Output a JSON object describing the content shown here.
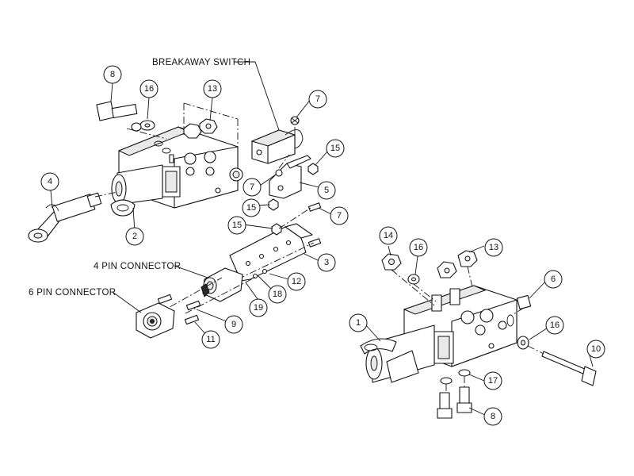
{
  "labels": {
    "breakaway_switch": "BREAKAWAY SWITCH",
    "four_pin": "4 PIN CONNECTOR",
    "six_pin": "6 PIN CONNECTOR"
  },
  "balloons": {
    "b1": "1",
    "b2": "2",
    "b3": "3",
    "b4": "4",
    "b5": "5",
    "b6": "6",
    "b7a": "7",
    "b7b": "7",
    "b7c": "7",
    "b8a": "8",
    "b8b": "8",
    "b9": "9",
    "b10": "10",
    "b11": "11",
    "b12": "12",
    "b13a": "13",
    "b13b": "13",
    "b14": "14",
    "b15a": "15",
    "b15b": "15",
    "b15c": "15",
    "b16a": "16",
    "b16b": "16",
    "b17": "17",
    "b18": "18",
    "b19": "19"
  }
}
